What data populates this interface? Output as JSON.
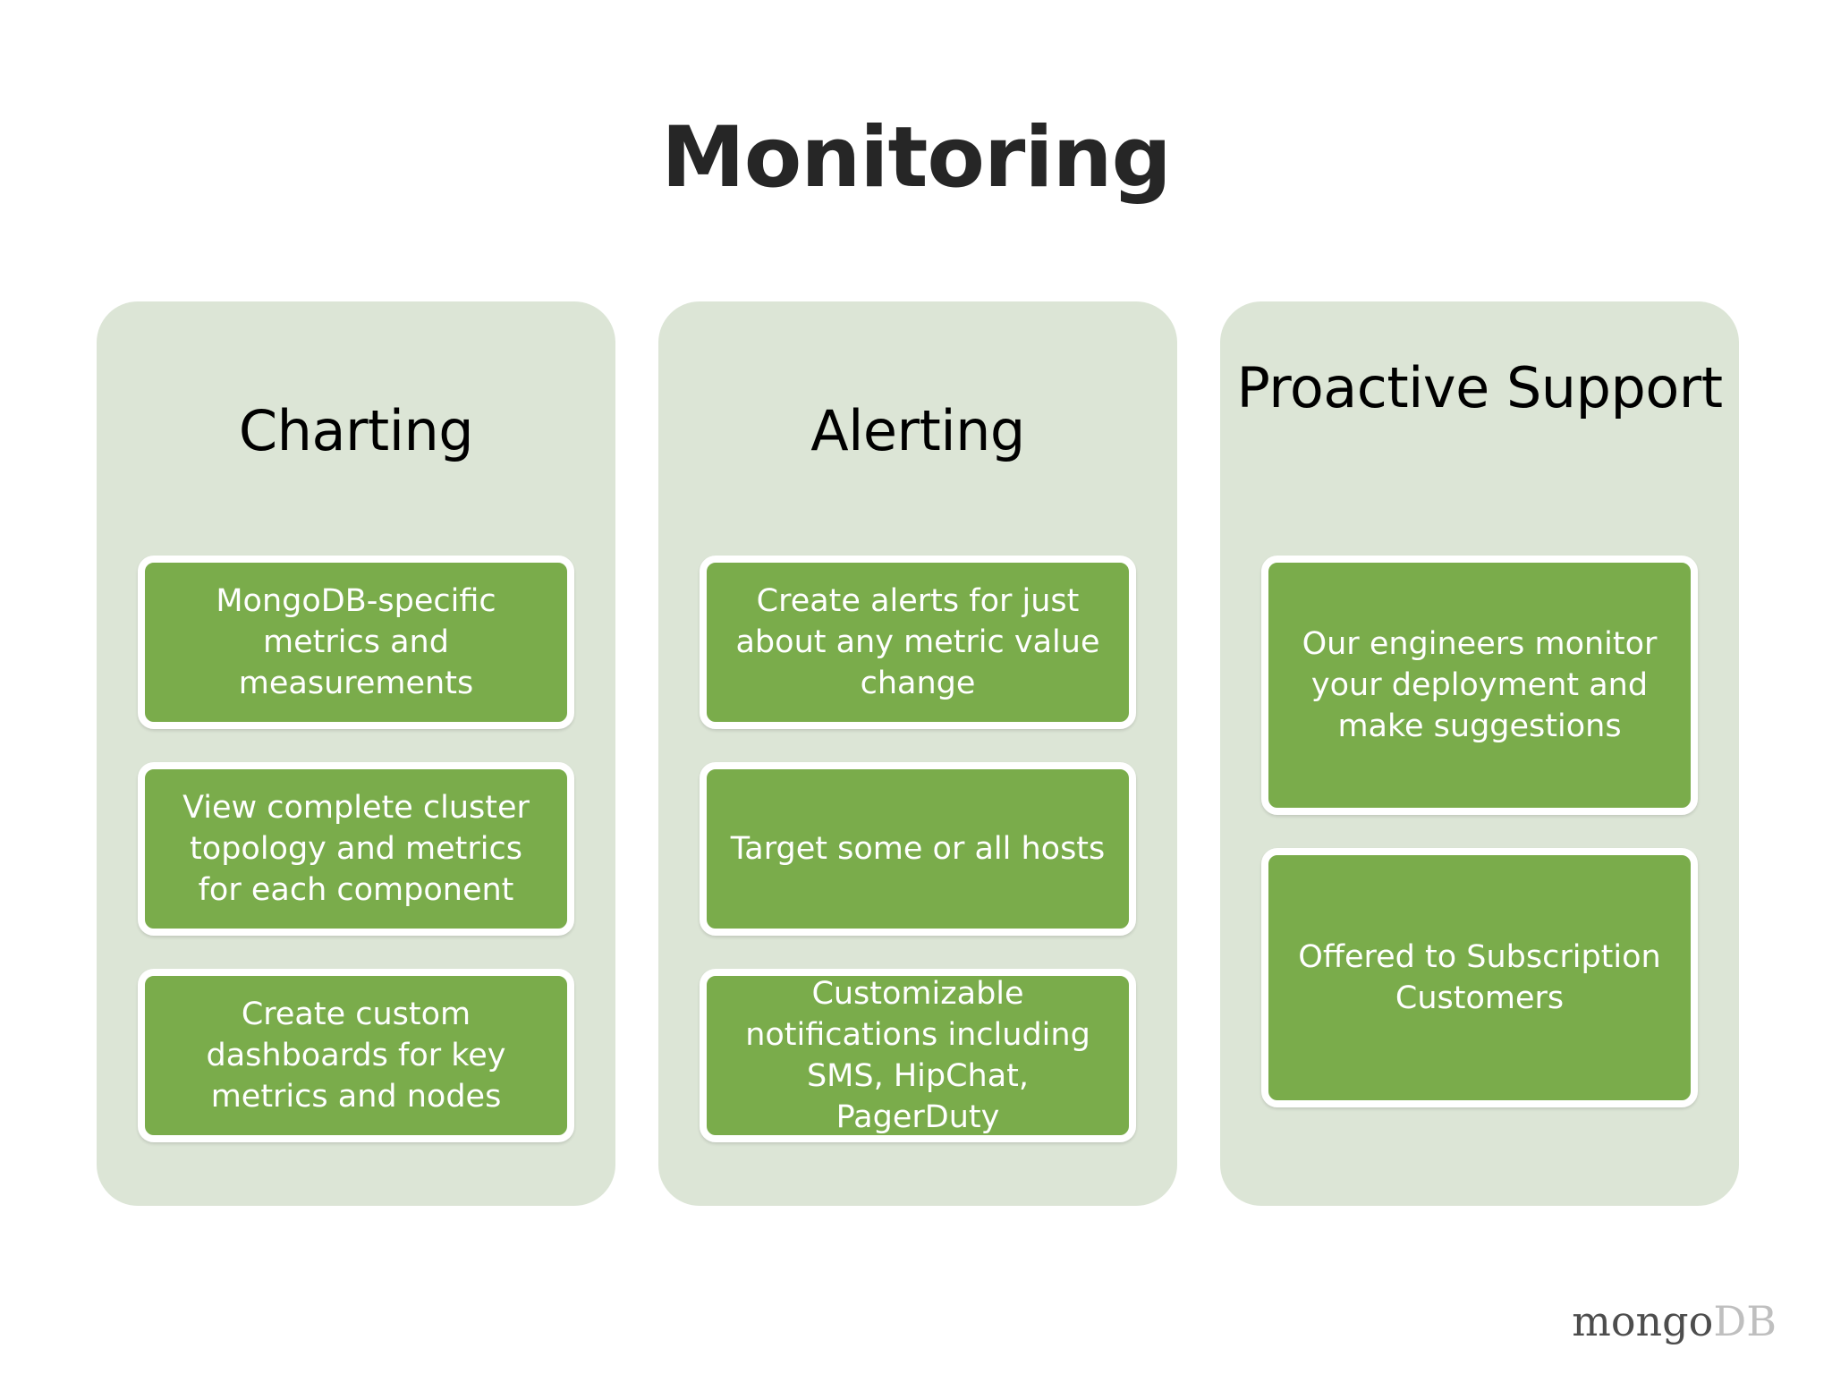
{
  "slide": {
    "title": "Monitoring",
    "background_color": "#ffffff",
    "panel_color": "#dce5d6",
    "card_color": "#7aac4b",
    "title_color": "#262626"
  },
  "columns": [
    {
      "heading": "Charting",
      "cards": [
        {
          "text": "MongoDB-specific metrics and measurements"
        },
        {
          "text": "View complete cluster topology and metrics for each component"
        },
        {
          "text": "Create custom dashboards for key metrics and nodes"
        }
      ]
    },
    {
      "heading": "Alerting",
      "cards": [
        {
          "text": "Create alerts for just about any metric value change"
        },
        {
          "text": "Target some or all hosts"
        },
        {
          "text": "Customizable notifications including SMS, HipChat, PagerDuty"
        }
      ]
    },
    {
      "heading": "Proactive Support",
      "cards": [
        {
          "text": "Our engineers monitor your deployment and make suggestions"
        },
        {
          "text": "Offered to Subscription Customers"
        }
      ]
    }
  ],
  "logo": {
    "primary": "mongo",
    "secondary": "DB",
    "primary_color": "#4d4d4d",
    "secondary_color": "#bfbfbf"
  }
}
